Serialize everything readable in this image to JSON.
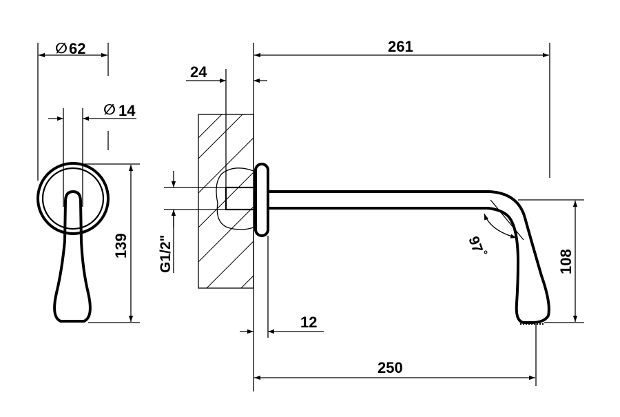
{
  "dimensions": {
    "front_outer_diameter": "62",
    "front_spout_diameter": "14",
    "front_height": "139",
    "thread": "G1/2\"",
    "wall_depth": "24",
    "total_length": "261",
    "wall_flange_thickness": "12",
    "projection": "250",
    "spout_drop": "108",
    "bend_angle": "97"
  },
  "symbols": {
    "diameter": "∅",
    "degree": "°"
  }
}
